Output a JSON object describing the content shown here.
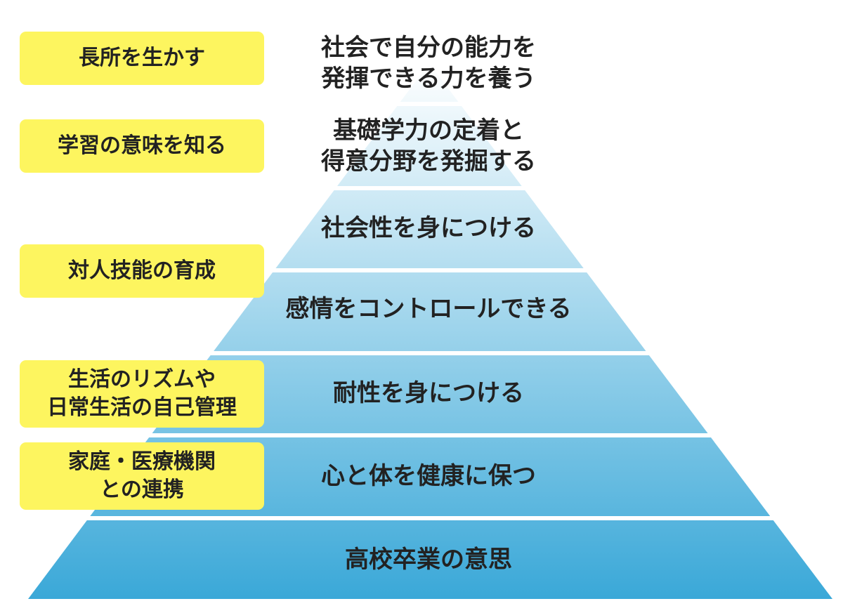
{
  "tiers": [
    {
      "label": "社会で自分の能力を\n発揮できる力を養う"
    },
    {
      "label": "基礎学力の定着と\n得意分野を発掘する"
    },
    {
      "label": "社会性を身につける"
    },
    {
      "label": "感情をコントロールできる"
    },
    {
      "label": "耐性を身につける"
    },
    {
      "label": "心と体を健康に保つ"
    },
    {
      "label": "高校卒業の意思"
    }
  ],
  "side_boxes": [
    {
      "label": "長所を生かす"
    },
    {
      "label": "学習の意味を知る"
    },
    {
      "label": "対人技能の育成"
    },
    {
      "label": "生活のリズムや\n日常生活の自己管理"
    },
    {
      "label": "家庭・医療機関\nとの連携"
    }
  ],
  "colors": {
    "pyramid_top": "#ffffff",
    "pyramid_bottom": "#3aa8d8",
    "separator": "#ffffff",
    "side_box": "#fdf55f",
    "text": "#222222"
  }
}
